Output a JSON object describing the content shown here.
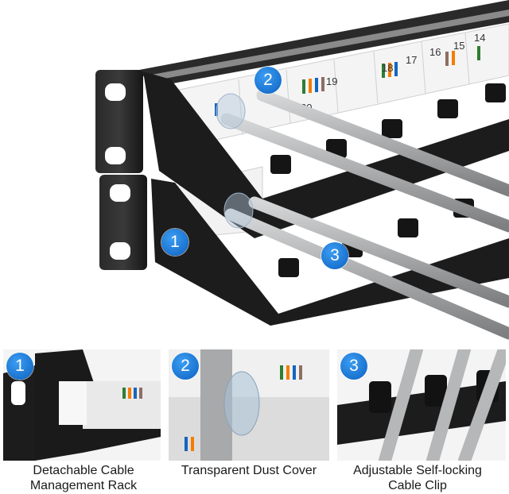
{
  "hero": {
    "port_numbers_top": [
      "20",
      "19",
      "18",
      "17",
      "16",
      "15",
      "14"
    ],
    "badges": [
      "1",
      "2",
      "3"
    ]
  },
  "features": [
    {
      "badge": "1",
      "caption_lines": [
        "Detachable Cable",
        "Management Rack"
      ]
    },
    {
      "badge": "2",
      "caption_lines": [
        "Transparent Dust Cover"
      ]
    },
    {
      "badge": "3",
      "caption_lines": [
        "Adjustable Self-locking",
        "Cable Clip"
      ]
    }
  ],
  "colors": {
    "badge_blue": "#1a73d0",
    "rack_black": "#1c1c1c",
    "cable_gray": "#a7a9ab"
  }
}
